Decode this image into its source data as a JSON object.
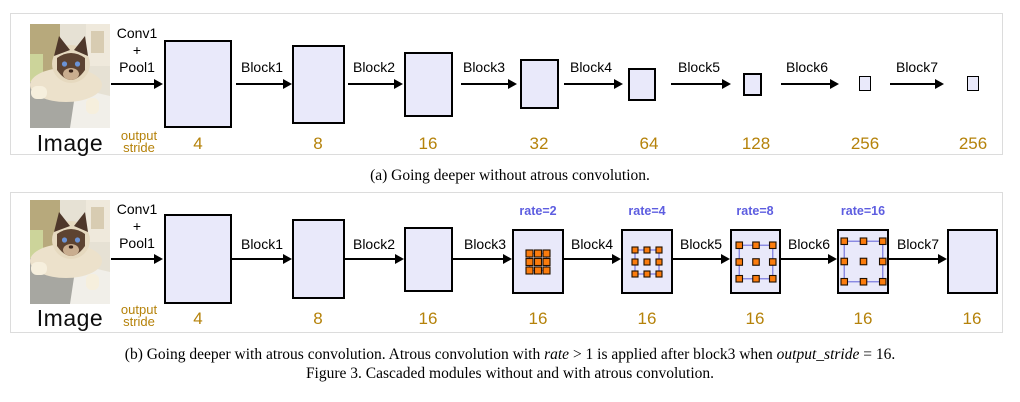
{
  "colors": {
    "panel_border": "#dcdcdc",
    "box_fill": "#e9e9fa",
    "box_border": "#000000",
    "stride_text": "#b5820a",
    "rate_text": "#5d5de0",
    "dot_fill": "#fb7c0d",
    "dot_border": "#201000",
    "grid_line": "#8080e0"
  },
  "panel_a": {
    "image_label": "Image",
    "conv_lines": [
      "Conv1",
      "+",
      "Pool1"
    ],
    "output_stride_label": [
      "output",
      "stride"
    ],
    "block_labels": [
      "Block1",
      "Block2",
      "Block3",
      "Block4",
      "Block5",
      "Block6",
      "Block7"
    ],
    "strides": [
      "4",
      "8",
      "16",
      "32",
      "64",
      "128",
      "256",
      "256"
    ]
  },
  "panel_b": {
    "image_label": "Image",
    "conv_lines": [
      "Conv1",
      "+",
      "Pool1"
    ],
    "output_stride_label": [
      "output",
      "stride"
    ],
    "block_labels": [
      "Block1",
      "Block2",
      "Block3",
      "Block4",
      "Block5",
      "Block6",
      "Block7"
    ],
    "rates": [
      "rate=2",
      "rate=4",
      "rate=8",
      "rate=16"
    ],
    "strides": [
      "4",
      "8",
      "16",
      "16",
      "16",
      "16",
      "16",
      "16"
    ]
  },
  "captions": {
    "a": "(a) Going deeper without atrous convolution.",
    "b_part1": "(b) Going deeper with atrous convolution. Atrous convolution with ",
    "b_math1": "rate",
    "b_part2": " > 1 is applied after block3 when ",
    "b_math2": "output_stride",
    "b_part3": " = 16.",
    "figure": "Figure 3. Cascaded modules without and with atrous convolution."
  }
}
